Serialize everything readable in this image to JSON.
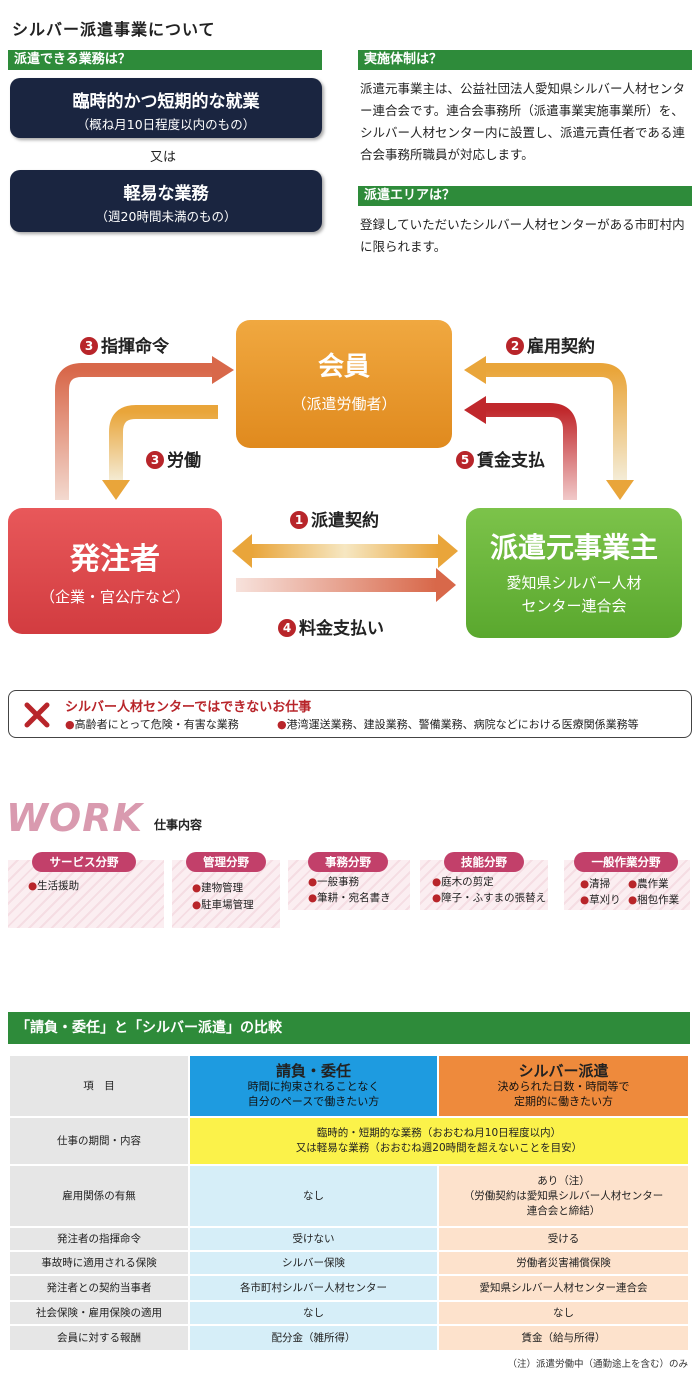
{
  "intro": {
    "title": "シルバー派遣事業について",
    "left_heading": "派遣できる業務は？",
    "box1_main": "臨時的かつ短期的な就業",
    "box1_sub": "（概ね月10日程度以内のもの）",
    "or_text": "又は",
    "box2_main": "軽易な業務",
    "box2_sub": "（週20時間未満のもの）",
    "right_heading1": "実施体制は？",
    "right_text1": "派遣元事業主は、公益社団法人愛知県シルバー人材センター連合会です。連合会事務所（派遣事業実施事業所）を、シルバー人材センター内に設置し、派遣元責任者である連合会事務所職員が対応します。",
    "right_heading2": "派遣エリアは？",
    "right_text2": "登録していただいたシルバー人材センターがある市町村内に限られます。"
  },
  "diagram": {
    "member_main": "会員",
    "member_sub": "（派遣労働者）",
    "client_main": "発注者",
    "client_sub": "（企業・官公庁など）",
    "dispatcher_main": "派遣元事業主",
    "dispatcher_sub1": "愛知県シルバー人材",
    "dispatcher_sub2": "センター連合会",
    "flow1_num": "1",
    "flow1_label": "派遣契約",
    "flow2_num": "2",
    "flow2_label": "雇用契約",
    "flow3a_num": "3",
    "flow3a_label": "指揮命令",
    "flow3b_num": "3",
    "flow3b_label": "労働",
    "flow4_num": "4",
    "flow4_label": "料金支払い",
    "flow5_num": "5",
    "flow5_label": "賃金支払"
  },
  "warning": {
    "icon": "x-mark-icon",
    "title": "シルバー人材センターではできないお仕事",
    "item1": "高齢者にとって危険・有害な業務",
    "item2": "港湾運送業務、建設業務、警備業務、病院などにおける医療関係業務等"
  },
  "work": {
    "logo": "WORK",
    "subtitle": "仕事内容",
    "categories": [
      {
        "name": "サービス分野",
        "items": [
          "生活援助"
        ]
      },
      {
        "name": "管理分野",
        "items": [
          "建物管理",
          "駐車場管理"
        ]
      },
      {
        "name": "事務分野",
        "items": [
          "一般事務",
          "筆耕・宛名書き"
        ]
      },
      {
        "name": "技能分野",
        "items": [
          "庭木の剪定",
          "障子・ふすまの張替え"
        ]
      },
      {
        "name": "一般作業分野",
        "items": [
          "清掃",
          "農作業",
          "草刈り",
          "梱包作業"
        ]
      }
    ]
  },
  "comparison": {
    "title": "「請負・委任」と「シルバー派遣」の比較",
    "header_item": "項　目",
    "col_a_title": "請負・委任",
    "col_a_sub1": "時間に拘束されることなく",
    "col_a_sub2": "自分のペースで働きたい方",
    "col_b_title": "シルバー派遣",
    "col_b_sub1": "決められた日数・時間等で",
    "col_b_sub2": "定期的に働きたい方",
    "period_label": "仕事の期間・内容",
    "period_line1": "臨時的・短期的な業務（おおむね月10日程度以内）",
    "period_line2": "又は軽易な業務（おおむね週20時間を超えないことを目安）",
    "rows": [
      {
        "label": "雇用関係の有無",
        "a": "なし",
        "b1": "あり（注）",
        "b2": "（労働契約は愛知県シルバー人材センター",
        "b3": "連合会と締結）"
      },
      {
        "label": "発注者の指揮命令",
        "a": "受けない",
        "b": "受ける"
      },
      {
        "label": "事故時に適用される保険",
        "a": "シルバー保険",
        "b": "労働者災害補償保険"
      },
      {
        "label": "発注者との契約当事者",
        "a": "各市町村シルバー人材センター",
        "b": "愛知県シルバー人材センター連合会"
      },
      {
        "label": "社会保険・雇用保険の適用",
        "a": "なし",
        "b": "なし"
      },
      {
        "label": "会員に対する報酬",
        "a": "配分金（雑所得）",
        "b": "賃金（給与所得）"
      }
    ],
    "footnote": "（注）派遣労働中（通勤途上を含む）のみ"
  }
}
